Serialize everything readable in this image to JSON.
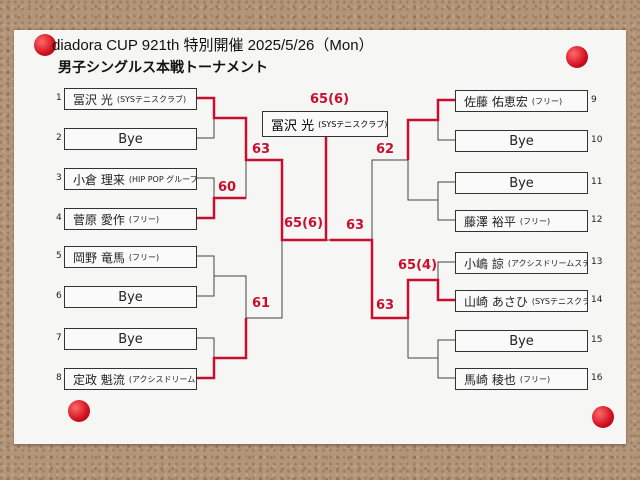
{
  "header": {
    "title": "diadora CUP 921th 特別開催 2025/5/26（Mon）",
    "subtitle": "男子シングルス本戦トーナメント"
  },
  "champion": {
    "name": "冨沢 光",
    "team": "(SYSテニスクラブ)",
    "score": "65(6)"
  },
  "left": [
    {
      "seed": "1",
      "name": "冨沢 光",
      "team": "(SYSテニスクラブ)"
    },
    {
      "seed": "2",
      "name": "Bye",
      "team": ""
    },
    {
      "seed": "3",
      "name": "小倉 理来",
      "team": "(HIP POP グループ)"
    },
    {
      "seed": "4",
      "name": "菅原 愛作",
      "team": "(フリー)"
    },
    {
      "seed": "5",
      "name": "岡野 竜馬",
      "team": "(フリー)"
    },
    {
      "seed": "6",
      "name": "Bye",
      "team": ""
    },
    {
      "seed": "7",
      "name": "Bye",
      "team": ""
    },
    {
      "seed": "8",
      "name": "定政 魁流",
      "team": "(アクシスドリームステージ)"
    }
  ],
  "right": [
    {
      "seed": "9",
      "name": "佐藤 佑恵宏",
      "team": "(フリー)"
    },
    {
      "seed": "10",
      "name": "Bye",
      "team": ""
    },
    {
      "seed": "11",
      "name": "Bye",
      "team": ""
    },
    {
      "seed": "12",
      "name": "藤澤 裕平",
      "team": "(フリー)"
    },
    {
      "seed": "13",
      "name": "小嶋 諒",
      "team": "(アクシスドリームステージ)"
    },
    {
      "seed": "14",
      "name": "山崎 あさひ",
      "team": "(SYSテニスクラブ)"
    },
    {
      "seed": "15",
      "name": "Bye",
      "team": ""
    },
    {
      "seed": "16",
      "name": "馬崎 稜也",
      "team": "(フリー)"
    }
  ],
  "scores": {
    "l_sf1": "63",
    "l_sf2": "60",
    "l_sf3": "61",
    "l_final": "65(6)",
    "r_sf1": "62",
    "r_qf": "65(4)",
    "r_sf2": "63",
    "r_final": "63"
  },
  "colors": {
    "winner_line": "#c8102e",
    "paper": "#f6f6f4",
    "cork": "#b3957a"
  }
}
